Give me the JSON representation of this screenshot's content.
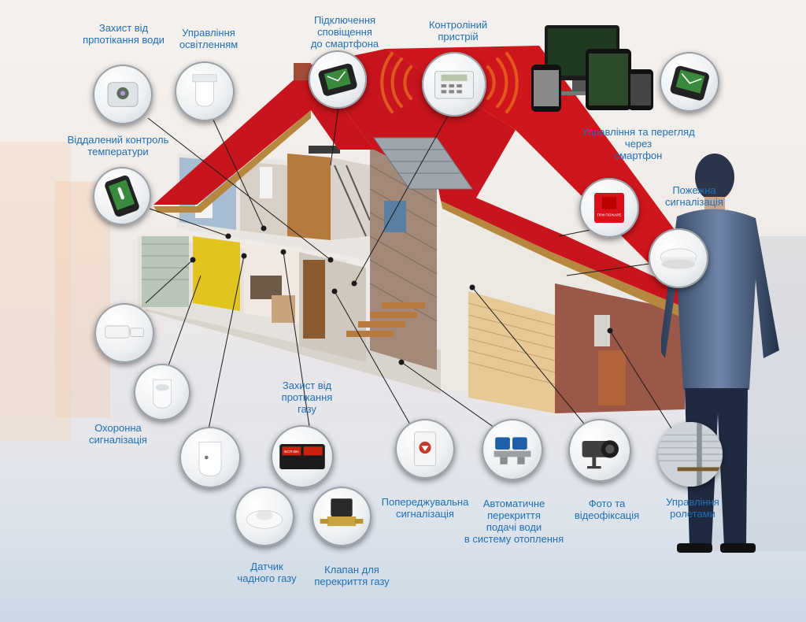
{
  "labels": {
    "water_leak": [
      "Захист від",
      "прпотікання води"
    ],
    "lighting": [
      "Управління",
      "освітленням"
    ],
    "smartphone_notify": [
      "Підключення",
      "сповіщення",
      "до смартфона"
    ],
    "controller": [
      "Контролiний",
      "пристрiй"
    ],
    "smartphone_control": [
      "Управління та перегляд",
      "через",
      "смартфон"
    ],
    "temperature": [
      "Віддалений контроль",
      "температури"
    ],
    "fire_alarm": [
      "Пожежна",
      "сигналізація"
    ],
    "security_alarm": [
      "Охоронна",
      "сигналізація"
    ],
    "gas_protection": [
      "Захист від",
      "протікання",
      "газу"
    ],
    "warning_alarm": [
      "Попереджувальна",
      "сигналізація"
    ],
    "water_shutoff": [
      "Автоматичне",
      "перекриття",
      "подачі води",
      "в систему отоплення"
    ],
    "video": [
      "Фото та",
      "відеофіксація"
    ],
    "shutters": [
      "Управління",
      "ролетами"
    ],
    "gas_sensor": [
      "Датчик",
      "чадного газу"
    ],
    "gas_valve": [
      "Клапан для",
      "перекриття газу"
    ]
  },
  "device_text": {
    "fire_button": "ПРИ ПОЖАРЕ",
    "gas_box_brand": "БСП-ВН"
  },
  "colors": {
    "label_blue": "#1f6fb5",
    "roof_red": "#c8141c",
    "signal_orange": "#e2571e"
  }
}
